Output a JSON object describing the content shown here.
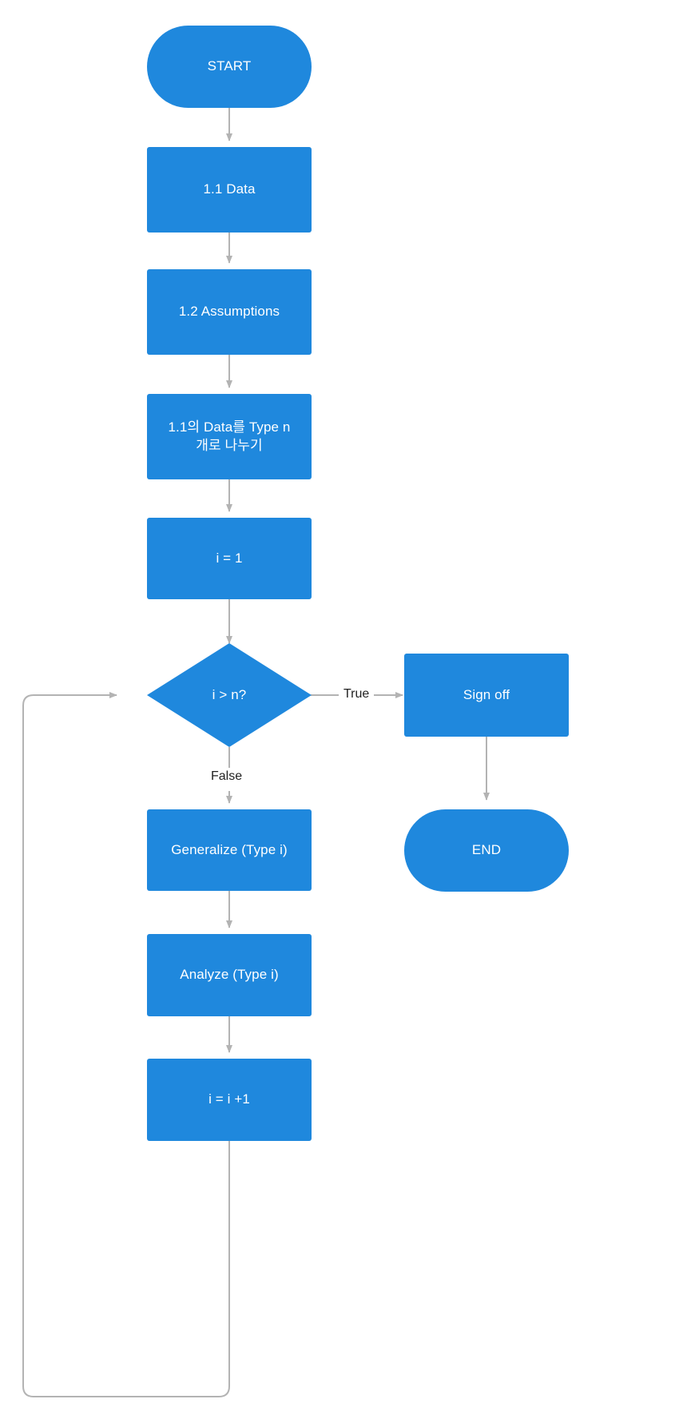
{
  "diagram": {
    "type": "flowchart",
    "title": "Data analysis loop flowchart",
    "theme": {
      "node_fill": "#1f88dd",
      "node_text": "#ffffff",
      "edge_color": "#b3b3b3",
      "edge_label_text": "#222222",
      "background": "#ffffff"
    },
    "nodes": [
      {
        "id": "start",
        "label": "START",
        "shape": "terminator"
      },
      {
        "id": "data",
        "label": "1.1 Data",
        "shape": "process"
      },
      {
        "id": "assump",
        "label": "1.2 Assumptions",
        "shape": "process"
      },
      {
        "id": "split",
        "label": "1.1의 Data를 Type n\n개로 나누기",
        "shape": "process"
      },
      {
        "id": "init",
        "label": "i = 1",
        "shape": "process"
      },
      {
        "id": "cond",
        "label": "i > n?",
        "shape": "decision"
      },
      {
        "id": "signoff",
        "label": "Sign off",
        "shape": "process"
      },
      {
        "id": "end",
        "label": "END",
        "shape": "terminator"
      },
      {
        "id": "generalize",
        "label": "Generalize (Type i)",
        "shape": "process"
      },
      {
        "id": "analyze",
        "label": "Analyze (Type i)",
        "shape": "process"
      },
      {
        "id": "incr",
        "label": "i = i +1",
        "shape": "process"
      }
    ],
    "edges": [
      {
        "from": "start",
        "to": "data",
        "label": ""
      },
      {
        "from": "data",
        "to": "assump",
        "label": ""
      },
      {
        "from": "assump",
        "to": "split",
        "label": ""
      },
      {
        "from": "split",
        "to": "init",
        "label": ""
      },
      {
        "from": "init",
        "to": "cond",
        "label": ""
      },
      {
        "from": "cond",
        "to": "signoff",
        "label": "True"
      },
      {
        "from": "cond",
        "to": "generalize",
        "label": "False"
      },
      {
        "from": "signoff",
        "to": "end",
        "label": ""
      },
      {
        "from": "generalize",
        "to": "analyze",
        "label": ""
      },
      {
        "from": "analyze",
        "to": "incr",
        "label": ""
      },
      {
        "from": "incr",
        "to": "cond",
        "label": ""
      }
    ],
    "edge_labels": {
      "true": "True",
      "false": "False"
    }
  }
}
